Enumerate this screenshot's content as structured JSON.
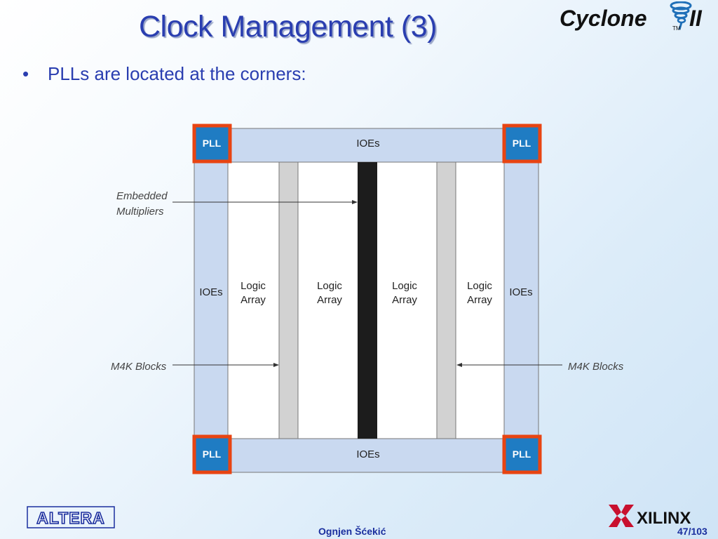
{
  "slide": {
    "title": "Clock Management (3)",
    "bullet_symbol": "•",
    "bullet_text": "PLLs are located at the corners:",
    "author": "Ognjen Šćekić",
    "page": "47/103"
  },
  "logos": {
    "cyclone_text": "Cyclone",
    "cyclone_suffix": "II",
    "cyclone_tm": "TM",
    "altera_text": "ALTERA",
    "xilinx_text": "XILINX"
  },
  "diagram": {
    "pll_label": "PLL",
    "ioe_label": "IOEs",
    "logic_label_line1": "Logic",
    "logic_label_line2": "Array",
    "embedded_line1": "Embedded",
    "embedded_line2": "Multipliers",
    "m4k_label": "M4K Blocks"
  },
  "colors": {
    "title": "#2a3eb0",
    "ioe_fill": "#c9d9f0",
    "pll_fill": "#1f7cc3",
    "pll_border": "#e84412",
    "m4k_fill": "#d2d2d2",
    "multiplier_fill": "#1c1c1c",
    "footer_text": "#1a2e9e"
  }
}
